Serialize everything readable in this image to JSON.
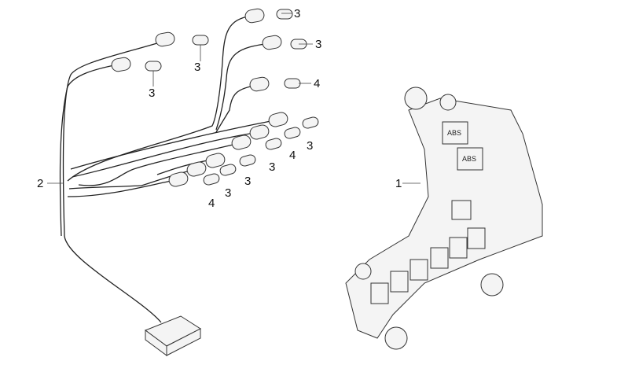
{
  "callouts": [
    {
      "id": "c1",
      "text": "1"
    },
    {
      "id": "c2",
      "text": "2"
    },
    {
      "id": "c3a",
      "text": "3"
    },
    {
      "id": "c3b",
      "text": "3"
    },
    {
      "id": "c4a",
      "text": "4"
    },
    {
      "id": "c3c",
      "text": "3"
    },
    {
      "id": "c3d",
      "text": "3"
    },
    {
      "id": "c3e",
      "text": "3"
    },
    {
      "id": "c4b",
      "text": "4"
    },
    {
      "id": "c3f",
      "text": "3"
    },
    {
      "id": "c3g",
      "text": "3"
    },
    {
      "id": "c3h",
      "text": "3"
    },
    {
      "id": "c4c",
      "text": "4"
    }
  ],
  "panel": {
    "abs1": "ABS",
    "abs2": "ABS"
  }
}
